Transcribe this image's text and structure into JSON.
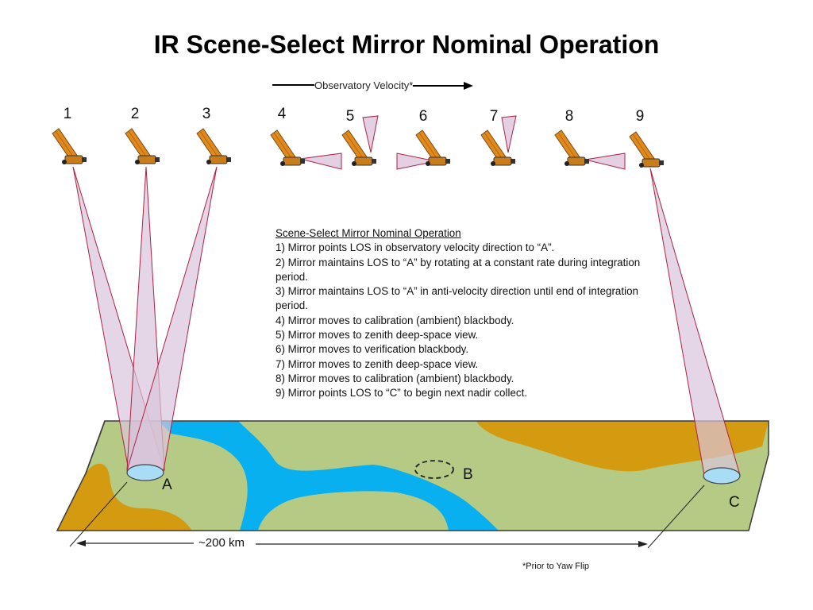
{
  "title": "IR Scene-Select Mirror Nominal Operation",
  "velocity_label": "Observatory Velocity*",
  "positions": [
    "1",
    "2",
    "3",
    "4",
    "5",
    "6",
    "7",
    "8",
    "9"
  ],
  "notes": {
    "heading": "Scene-Select Mirror Nominal Operation",
    "lines": [
      "1) Mirror points LOS in observatory velocity direction to “A”.",
      "2) Mirror maintains LOS to “A” by rotating at a constant rate during integration period.",
      "3) Mirror maintains LOS to “A” in anti-velocity direction until end of integration period.",
      "4) Mirror moves to calibration (ambient) blackbody.",
      "5) Mirror moves to zenith deep-space view.",
      "6) Mirror moves to verification blackbody.",
      "7) Mirror moves to zenith deep-space view.",
      "8) Mirror moves to calibration (ambient) blackbody.",
      "9) Mirror points LOS to “C” to begin next nadir collect."
    ]
  },
  "ground_labels": {
    "a": "A",
    "b": "B",
    "c": "C"
  },
  "distance_label": "~200 km",
  "footnote": "*Prior to Yaw Flip",
  "colors": {
    "terrain_green": "#b5cb85",
    "terrain_brown": "#d49a10",
    "river_blue": "#08b0ef",
    "beam_fill": "#d9c4dc",
    "beam_stroke": "#b02040",
    "panel_orange": "#e08a1e",
    "spot_blue": "#a9dcf5"
  }
}
